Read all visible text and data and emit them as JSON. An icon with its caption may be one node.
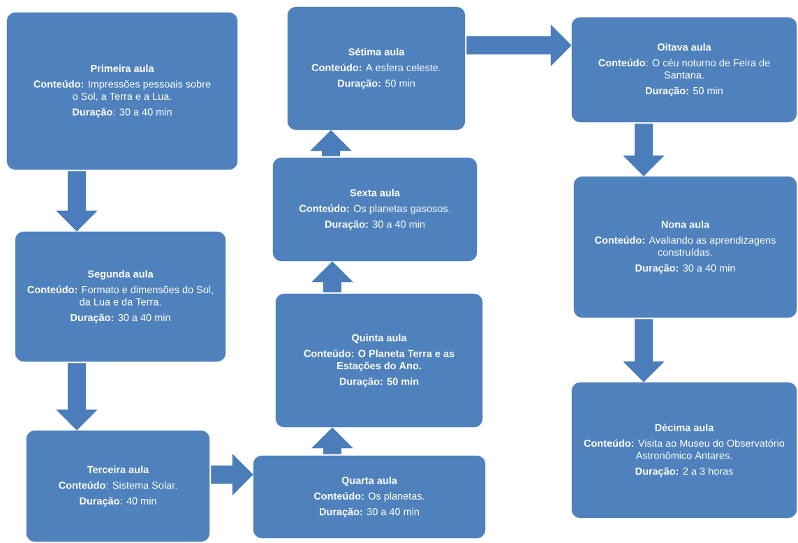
{
  "diagram": {
    "nodes": [
      {
        "text": [
          "Primeira aula",
          "**Conteúdo:** Impressões pessoais sobre o Sol, a Terra e a Lua.",
          "**Duração**: 30 a 40 min"
        ]
      },
      {
        "text": [
          "Segunda aula",
          "**Conteúdo:** Formato e dimensões do Sol, da Lua e da Terra.",
          "**Duração:** 30 a 40 min"
        ]
      },
      {
        "text": [
          "Terceira aula",
          "**Conteúdo**: Sistema Solar.",
          "**Duração**: 40 min"
        ]
      },
      {
        "text": [
          "Quarta aula",
          "**Conteúdo:** Os planetas.",
          "**Duração:** 30 a 40 min"
        ]
      },
      {
        "text": [
          "Quinta aula",
          "**Conteúdo: O Planeta Terra e as Estações do Ano.**",
          "**Duração: 50 min**"
        ]
      },
      {
        "text": [
          "Sexta aula",
          "**Conteúdo:** Os planetas gasosos.",
          "**Duração:** 30 a 40 min"
        ]
      },
      {
        "text": [
          "Sétima aula",
          "**Conteúdo:** A esfera celeste.",
          "**Duração:** 50 min"
        ]
      },
      {
        "text": [
          "Oitava aula",
          "**Conteúdo**: O céu noturno de Feira de Santana.",
          "**Duração:** 50 min"
        ]
      },
      {
        "text": [
          "Nona aula",
          "**Conteúdo:** Avaliando as aprendizagens construídas.",
          "**Duração:** 30 a 40 min"
        ]
      },
      {
        "text": [
          "Décima aula",
          "**Conteúdo:** Visita ao Museu do Observatório Astronômico Antares.",
          "**Duração:** 2 a 3 horas"
        ]
      }
    ],
    "edges": [
      {
        "from": 0,
        "to": 1,
        "arrow": "to"
      },
      {
        "from": 1,
        "to": 2,
        "arrow": "to"
      },
      {
        "from": 2,
        "to": 3,
        "arrow": "to"
      },
      {
        "from": 3,
        "to": 4,
        "arrow": "to"
      },
      {
        "from": 4,
        "to": 5,
        "arrow": "to"
      },
      {
        "from": 5,
        "to": 6,
        "arrow": "to"
      },
      {
        "from": 6,
        "to": 7,
        "arrow": "to"
      },
      {
        "from": 7,
        "to": 8,
        "arrow": "to"
      },
      {
        "from": 8,
        "to": 9,
        "arrow": "to"
      }
    ]
  }
}
